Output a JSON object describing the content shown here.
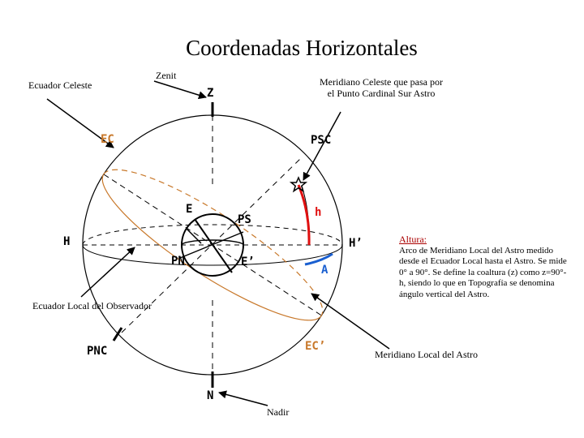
{
  "title": "Coordenadas Horizontales",
  "notes": {
    "zenit": "Zenit",
    "ecuador_celeste": "Ecuador Celeste",
    "meridiano_celeste": "Meridiano Celeste que pasa por el Punto Cardinal Sur Astro",
    "ecuador_local": "Ecuador Local del Observador",
    "meridiano_local": "Meridiano Local del Astro",
    "nadir": "Nadir"
  },
  "altura": {
    "title": "Altura:",
    "text": "Arco de Meridiano Local del Astro medido desde el Ecuador Local hasta el Astro. Se mide 0° a 90°. Se define la coaltura (z) como z=90°-h, siendo lo que en Topografía se denomina ángulo vertical del Astro."
  },
  "points": {
    "Z": "Z",
    "EC": "EC",
    "PSC": "PSC",
    "E": "E",
    "PS": "PS",
    "h": "h",
    "H": "H",
    "H2": "H’",
    "PN": "PN",
    "E2": "E’",
    "A": "A",
    "PNC": "PNC",
    "EC2": "EC’",
    "N": "N"
  },
  "colors": {
    "orange": "#c8782a",
    "red": "#e01010",
    "blue": "#1a5fd0",
    "black": "#000000"
  }
}
